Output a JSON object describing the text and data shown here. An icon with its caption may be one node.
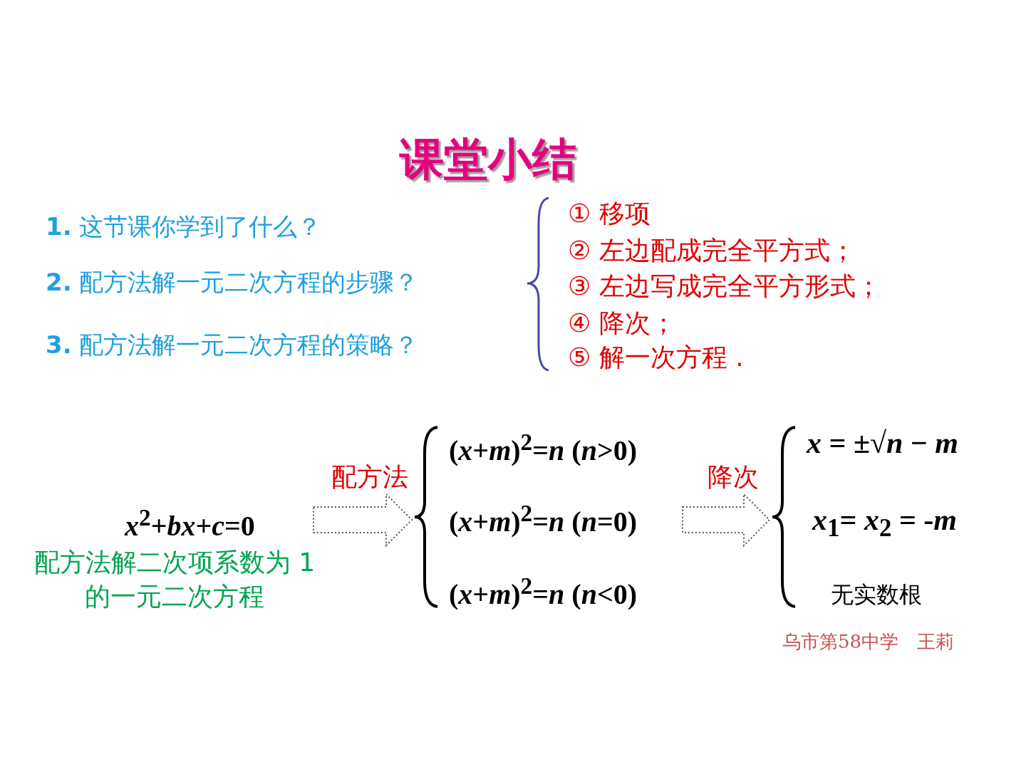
{
  "diagram": {
    "title": "课堂小结",
    "nodes": [
      {
        "text": [
          "*x*$^{2}$+*bx*+*c*=0"
        ],
        "beside": [
          "配方法解二次项系数为 1 的一元二次方程"
        ]
      },
      {
        "text": [
          "(*x*+*m*)$^{2}$=*n* (*n*>0)",
          "(*x*+*m*)$^{2}$=*n* (*n*=0)",
          "(*x*+*m*)$^{2}$=*n* (*n*<0)"
        ]
      },
      {
        "text": [
          "*x* = ±√*n* − *m*",
          "*x*$_{1}$= *x*$_{2}$ = -*m*",
          "无实数根"
        ]
      }
    ],
    "edges": [
      {
        "from": 0,
        "to": 1,
        "arrow": "to",
        "label": "配方法",
        "style": "dashed"
      },
      {
        "from": 1,
        "to": 2,
        "arrow": "to",
        "label": "降次",
        "style": "dashed"
      }
    ],
    "labels": [
      "**1.** 这节课你学到了什么？",
      "**2.** 配方法解一元二次方程的步骤？",
      "**3.** 配方法解一元二次方程的策略？",
      "① 移项",
      "② 左边配成完全平方式；",
      "③ 左边写成完全平方形式；",
      "④ 降次；",
      "⑤ 解一次方程 .",
      "乌市第58中学　王莉"
    ]
  }
}
